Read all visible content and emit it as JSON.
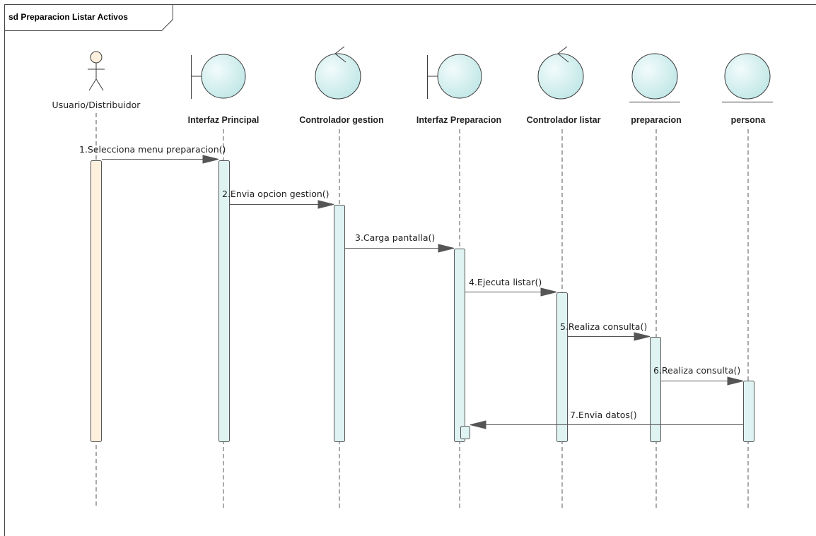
{
  "frame": {
    "title": "sd Preparacion Listar Activos"
  },
  "colors": {
    "activation_fill": "#dff3f3",
    "user_activation_fill": "#fdf0dc",
    "participant_fill_light": "#e8f8f8",
    "participant_fill_dark": "#bfe6e6",
    "line": "#555555"
  },
  "participants": [
    {
      "id": "usuario",
      "label": "Usuario/Distribuidor",
      "kind": "actor",
      "icon": "actor-icon"
    },
    {
      "id": "interfaz-principal",
      "label": "Interfaz Principal",
      "kind": "boundary",
      "icon": "boundary-icon"
    },
    {
      "id": "controlador-gestion",
      "label": "Controlador gestion",
      "kind": "control",
      "icon": "control-icon"
    },
    {
      "id": "interfaz-preparacion",
      "label": "Interfaz Preparacion",
      "kind": "boundary",
      "icon": "boundary-icon"
    },
    {
      "id": "controlador-listar",
      "label": "Controlador listar",
      "kind": "control",
      "icon": "control-icon"
    },
    {
      "id": "preparacion",
      "label": "preparacion",
      "kind": "entity",
      "icon": "entity-icon"
    },
    {
      "id": "persona",
      "label": "persona",
      "kind": "entity",
      "icon": "entity-icon"
    }
  ],
  "messages": [
    {
      "number": 1,
      "label": "1.Selecciona menu preparacion()",
      "from": "usuario",
      "to": "interfaz-principal"
    },
    {
      "number": 2,
      "label": "2.Envia opcion gestion()",
      "from": "interfaz-principal",
      "to": "controlador-gestion"
    },
    {
      "number": 3,
      "label": "3.Carga pantalla()",
      "from": "controlador-gestion",
      "to": "interfaz-preparacion"
    },
    {
      "number": 4,
      "label": "4.Ejecuta listar()",
      "from": "interfaz-preparacion",
      "to": "controlador-listar"
    },
    {
      "number": 5,
      "label": "5.Realiza consulta()",
      "from": "controlador-listar",
      "to": "preparacion"
    },
    {
      "number": 6,
      "label": "6.Realiza consulta()",
      "from": "preparacion",
      "to": "persona"
    },
    {
      "number": 7,
      "label": "7.Envia datos()",
      "from": "persona",
      "to": "interfaz-preparacion"
    }
  ]
}
